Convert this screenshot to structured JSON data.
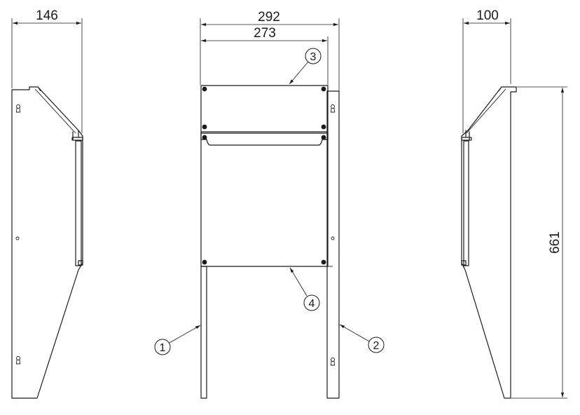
{
  "dimensions": {
    "left_view_width": "146",
    "front_outer_width": "292",
    "front_inner_width": "273",
    "right_view_width": "100",
    "height": "661"
  },
  "callouts": {
    "part_1": "1",
    "part_2": "2",
    "part_3": "3",
    "part_4": "4"
  }
}
